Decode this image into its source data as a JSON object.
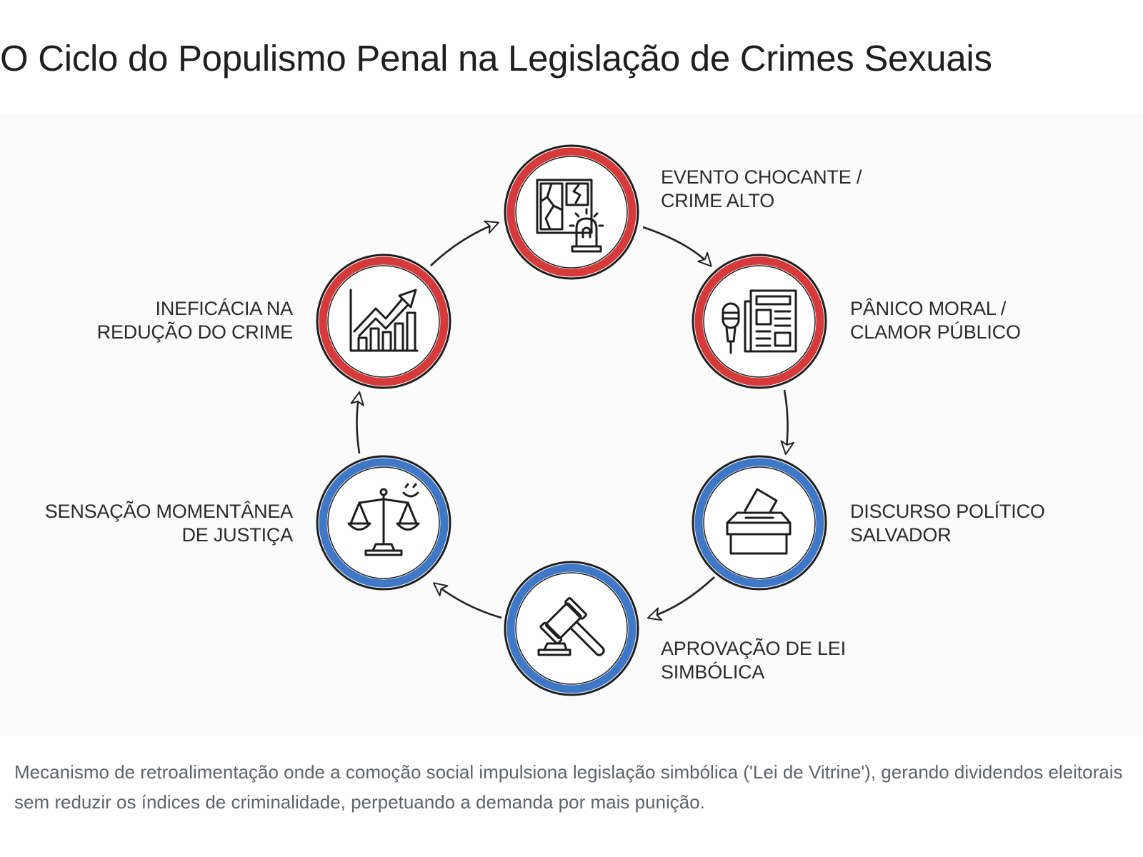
{
  "title": "O Ciclo do Populismo Penal na Legislação de Crimes Sexuais",
  "colors": {
    "alarm_ring": "#d63a3a",
    "calm_ring": "#3f78c7",
    "line": "#222222",
    "caption": "#5f6368"
  },
  "steps": [
    {
      "line1": "EVENTO CHOCANTE /",
      "line2": "CRIME ALTO",
      "icon": "broken-window-siren-icon",
      "ring": "alarm"
    },
    {
      "line1": "PÂNICO MORAL /",
      "line2": "CLAMOR PÚBLICO",
      "icon": "microphone-newspaper-icon",
      "ring": "alarm"
    },
    {
      "line1": "DISCURSO POLÍTICO",
      "line2": "SALVADOR",
      "icon": "ballot-box-icon",
      "ring": "calm"
    },
    {
      "line1": "APROVAÇÃO DE LEI",
      "line2": "SIMBÓLICA",
      "icon": "gavel-icon",
      "ring": "calm"
    },
    {
      "line1": "SENSAÇÃO MOMENTÂNEA",
      "line2": "DE JUSTIÇA",
      "icon": "scales-smile-icon",
      "ring": "calm"
    },
    {
      "line1": "INEFICÁCIA NA",
      "line2": "REDUÇÃO DO CRIME",
      "icon": "rising-chart-icon",
      "ring": "alarm"
    }
  ],
  "caption": "Mecanismo de retroalimentação onde a comoção social impulsiona legislação simbólica ('Lei de Vitrine'), gerando dividendos eleitorais sem reduzir os índices de criminalidade, perpetuando a demanda por mais punição."
}
